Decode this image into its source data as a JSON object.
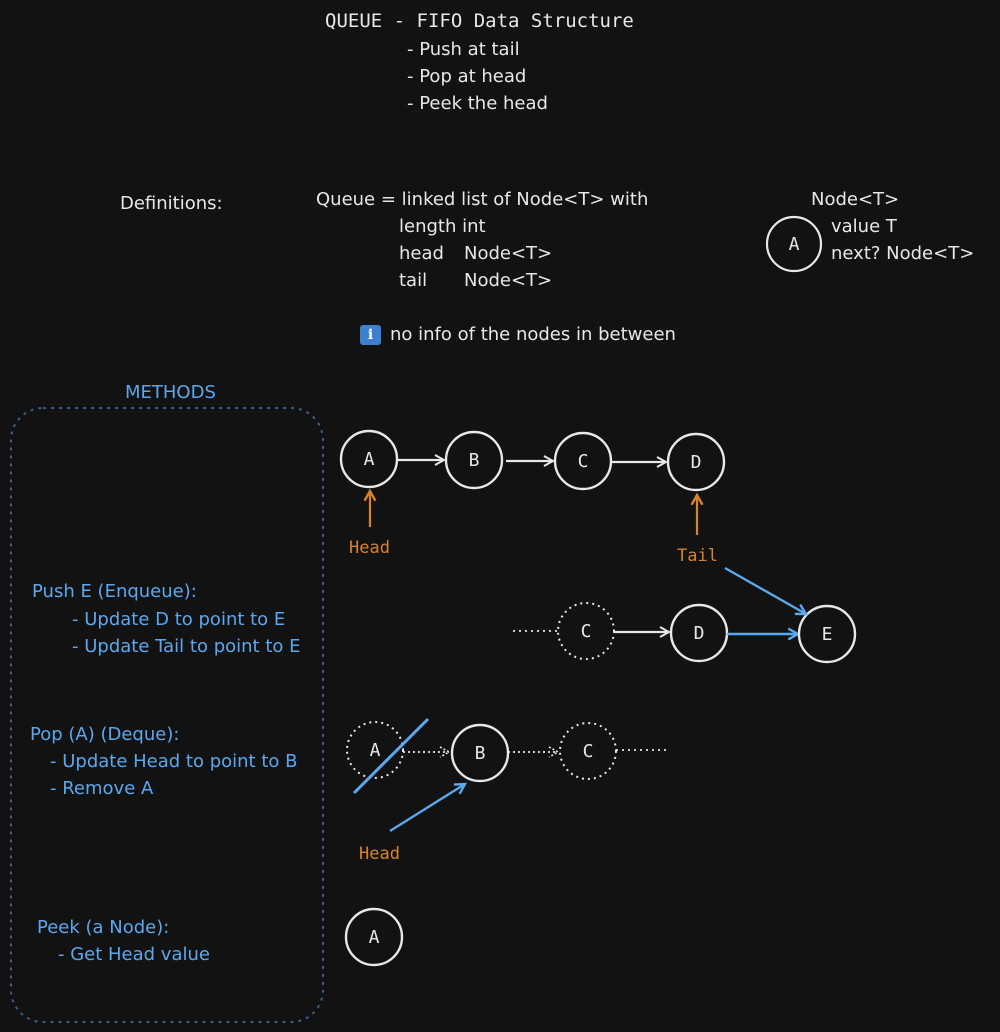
{
  "header": {
    "title": "QUEUE - FIFO Data Structure",
    "bullets": [
      "- Push at tail",
      "- Pop at head",
      "- Peek the head"
    ]
  },
  "definitions": {
    "label": "Definitions:",
    "queue_line": "Queue = linked list of Node<T> with",
    "fields": [
      {
        "name": "length int",
        "type": ""
      },
      {
        "name": "head",
        "type": "Node<T>"
      },
      {
        "name": "tail",
        "type": "Node<T>"
      }
    ],
    "node_title": "Node<T>",
    "node_fields": [
      "value T",
      "next? Node<T>"
    ],
    "node_example": "A",
    "info_icon": "i",
    "info_text": "no info of the nodes in between"
  },
  "methods": {
    "title": "METHODS",
    "push": {
      "title": "Push E (Enqueue):",
      "steps": [
        "- Update D to point to E",
        "- Update Tail to point to E"
      ]
    },
    "pop": {
      "title": "Pop (A) (Deque):",
      "steps": [
        "- Update Head to point to B",
        "- Remove A"
      ]
    },
    "peek": {
      "title": "Peek (a Node):",
      "steps": [
        "- Get Head value"
      ]
    }
  },
  "diagram": {
    "main_chain": [
      "A",
      "B",
      "C",
      "D"
    ],
    "head_label": "Head",
    "tail_label": "Tail",
    "push_chain": [
      "C",
      "D",
      "E"
    ],
    "pop_chain": [
      "A",
      "B",
      "C"
    ],
    "pop_head_label": "Head",
    "peek_node": "A"
  },
  "colors": {
    "background": "#121212",
    "text": "#e8e8e8",
    "accent_blue": "#5aa8f0",
    "accent_orange": "#d9822b",
    "info_badge": "#3d7fd0"
  }
}
